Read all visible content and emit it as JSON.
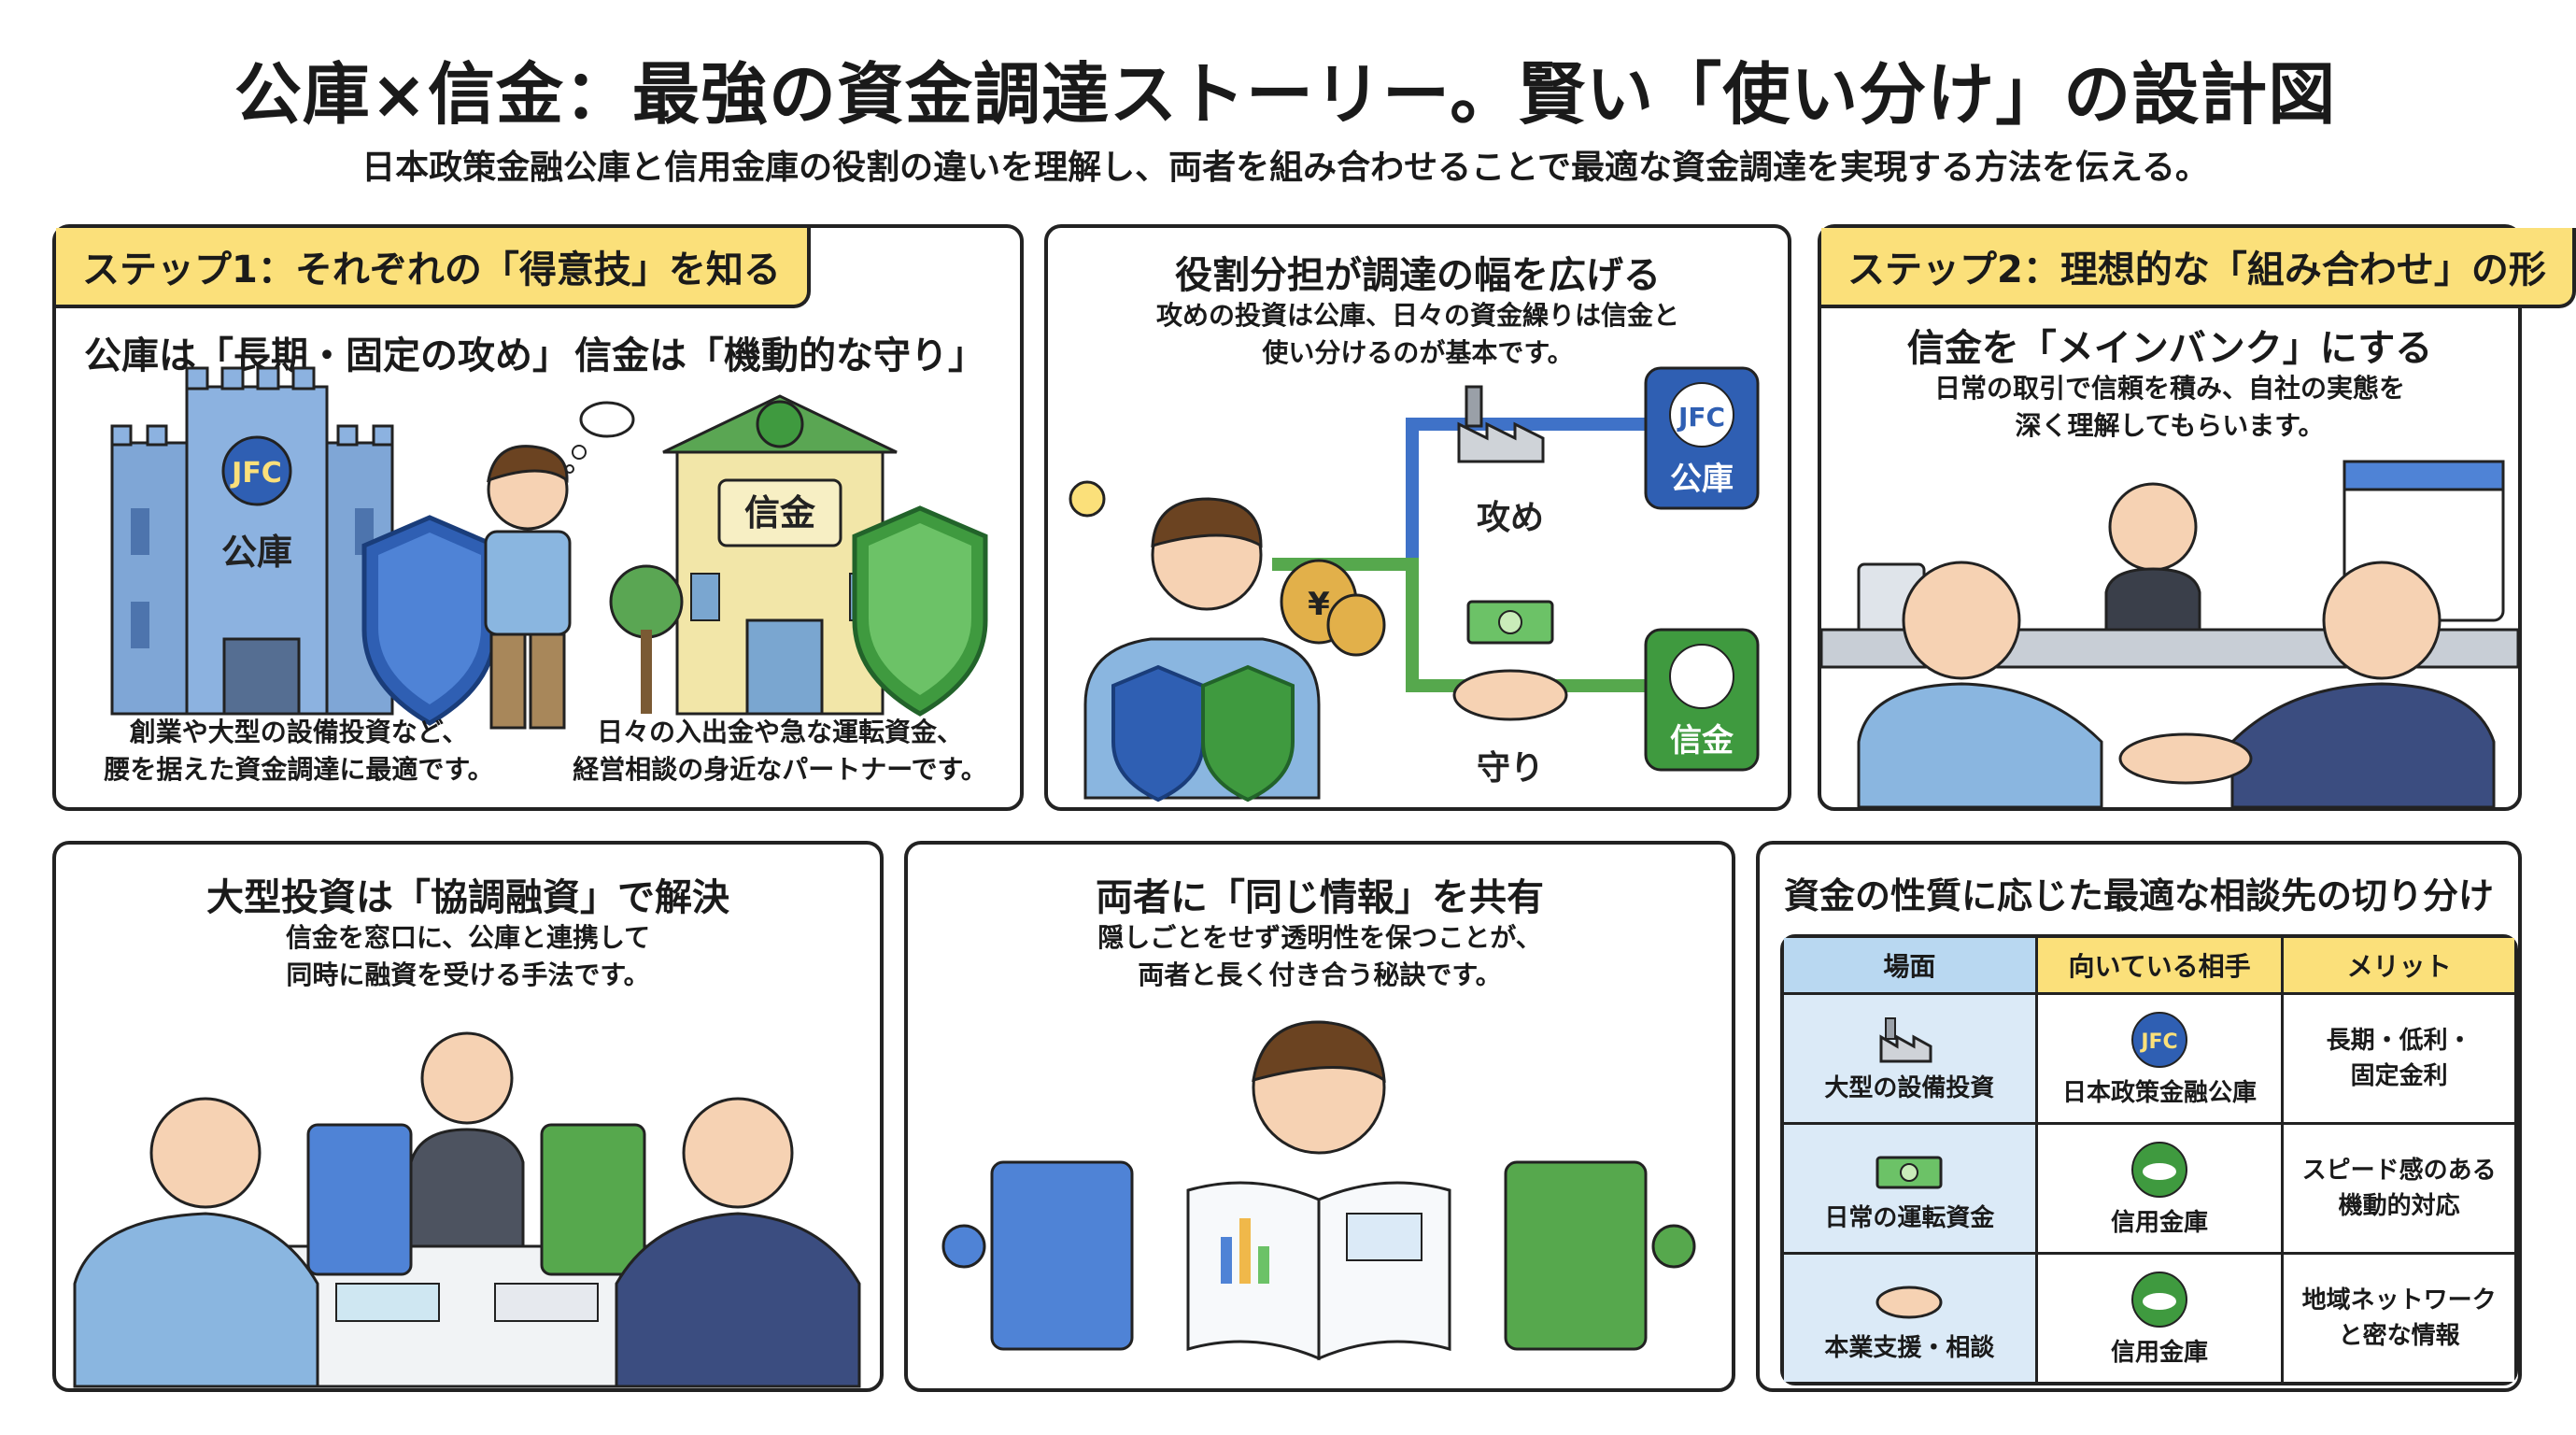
{
  "header": {
    "title": "公庫×信金：最強の資金調達ストーリー。賢い「使い分け」の設計図",
    "subtitle": "日本政策金融公庫と信用金庫の役割の違いを理解し、両者を組み合わせることで最適な資金調達を実現する方法を伝える。"
  },
  "step1": {
    "tab": "ステップ1：それぞれの「得意技」を知る",
    "left_heading": "公庫は「長期・固定の攻め」",
    "right_heading": "信金は「機動的な守り」",
    "left_building_logo": "JFC",
    "left_building_label": "公庫",
    "right_building_label": "信金",
    "left_caption": "創業や大型の設備投資など、\n腰を据えた資金調達に最適です。",
    "right_caption": "日々の入出金や急な運転資金、\n経営相談の身近なパートナーです。"
  },
  "roles": {
    "heading": "役割分担が調達の幅を広げる",
    "body": "攻めの投資は公庫、日々の資金繰りは信金と\n使い分けるのが基本です。",
    "attack_label": "攻め",
    "defense_label": "守り",
    "jfc_logo": "JFC",
    "jfc_label": "公庫",
    "shinkin_label": "信金",
    "yen_symbol": "¥"
  },
  "step2": {
    "tab": "ステップ2：理想的な「組み合わせ」の形",
    "heading": "信金を「メインバンク」にする",
    "body": "日常の取引で信頼を積み、自社の実態を\n深く理解してもらいます。"
  },
  "coop": {
    "heading": "大型投資は「協調融資」で解決",
    "body": "信金を窓口に、公庫と連携して\n同時に融資を受ける手法です。"
  },
  "share": {
    "heading": "両者に「同じ情報」を共有",
    "body": "隠しごとをせず透明性を保つことが、\n両者と長く付き合う秘訣です。"
  },
  "table": {
    "heading": "資金の性質に応じた最適な相談先の切り分け",
    "columns": [
      "場面",
      "向いている相手",
      "メリット"
    ],
    "rows": [
      {
        "scene": "大型の設備投資",
        "scene_icon": "factory-icon",
        "partner": "日本政策金融公庫",
        "partner_logo": "JFC",
        "merit": "長期・低利・\n固定金利"
      },
      {
        "scene": "日常の運転資金",
        "scene_icon": "cash-icon",
        "partner": "信用金庫",
        "partner_logo": "",
        "merit": "スピード感のある\n機動的対応"
      },
      {
        "scene": "本業支援・相談",
        "scene_icon": "handshake-icon",
        "partner": "信用金庫",
        "partner_logo": "",
        "merit": "地域ネットワーク\nと密な情報"
      }
    ]
  },
  "colors": {
    "jfc_blue": "#2f5fb3",
    "shinkin_green": "#3f9a3f",
    "tab_yellow": "#fbe07a",
    "light_blue": "#dbeaf7"
  }
}
